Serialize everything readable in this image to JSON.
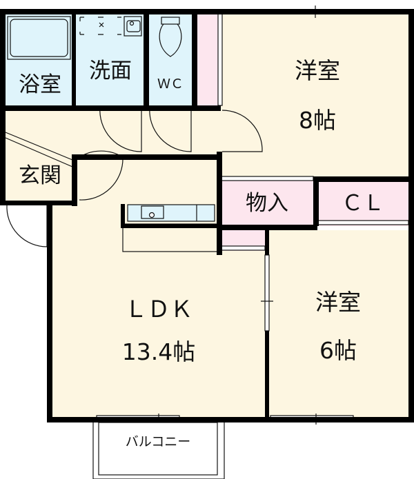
{
  "plan": {
    "colors": {
      "wet_area": "#dff4fb",
      "living": "#fdf6e1",
      "storage": "#fde6ee",
      "wall": "#000000",
      "background": "#ffffff"
    },
    "rooms": [
      {
        "id": "bath",
        "name": "浴室"
      },
      {
        "id": "washroom",
        "name": "洗面"
      },
      {
        "id": "toilet",
        "name": "ＷＣ"
      },
      {
        "id": "western_room_1",
        "name": "洋室",
        "size": "8帖"
      },
      {
        "id": "entrance",
        "name": "玄関"
      },
      {
        "id": "storage",
        "name": "物入"
      },
      {
        "id": "closet",
        "name": "ＣＬ"
      },
      {
        "id": "ldk",
        "name": "ＬＤＫ",
        "size": "13.4帖"
      },
      {
        "id": "western_room_2",
        "name": "洋室",
        "size": "6帖"
      },
      {
        "id": "balcony",
        "name": "バルコニー"
      }
    ]
  }
}
